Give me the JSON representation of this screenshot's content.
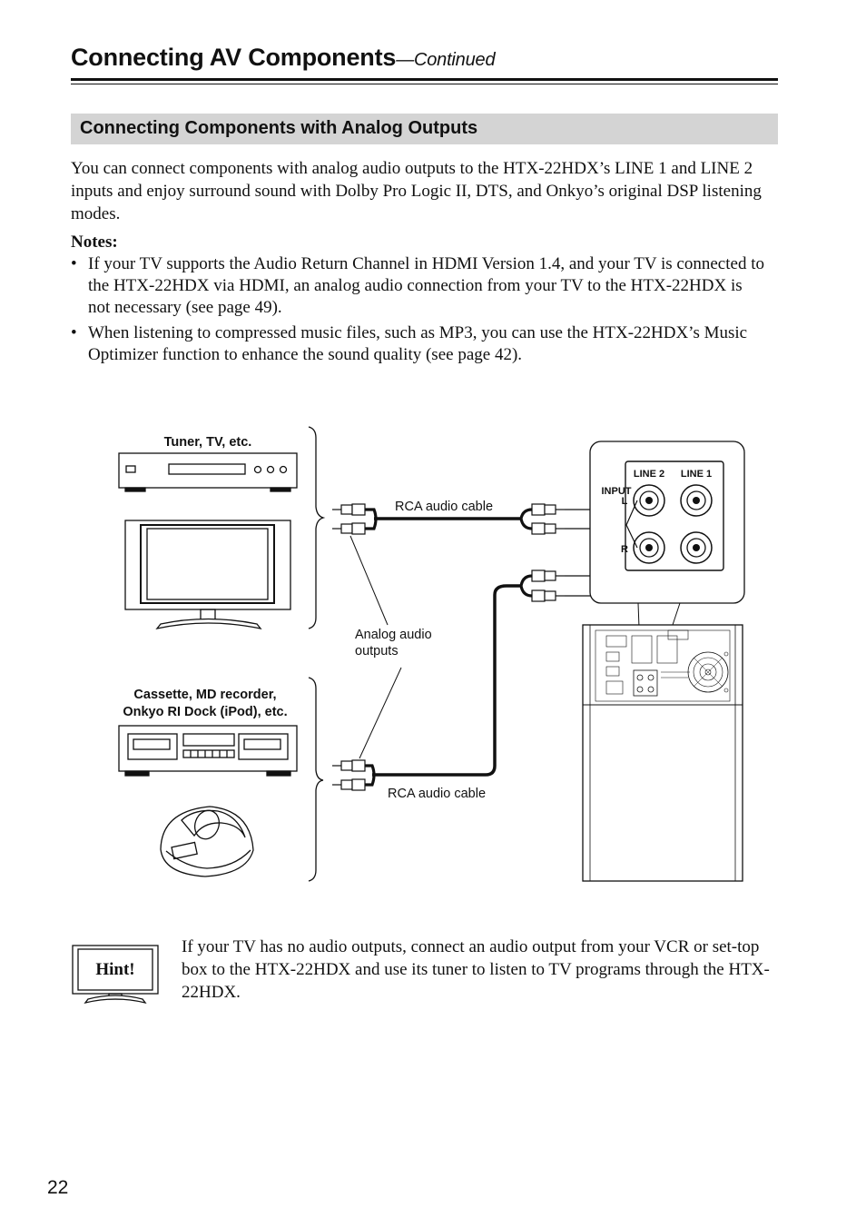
{
  "header": {
    "title": "Connecting AV Components",
    "title_suffix": "—Continued"
  },
  "section": {
    "heading": "Connecting Components with Analog Outputs",
    "intro": "You can connect components with analog audio outputs to the HTX-22HDX’s LINE 1 and LINE 2 inputs and enjoy surround sound with Dolby Pro Logic II, DTS, and Onkyo’s original DSP listening modes.",
    "notes_label": "Notes:",
    "notes": [
      "If your TV supports the Audio Return Channel in HDMI Version 1.4, and your TV is connected to the HTX-22HDX via HDMI, an analog audio connection from your TV to the HTX-22HDX is not necessary (see page 49).",
      "When listening to compressed music files, such as MP3, you can use the HTX-22HDX’s Music Optimizer function to enhance the sound quality (see page 42)."
    ]
  },
  "diagram": {
    "group1_label": "Tuner, TV, etc.",
    "group2_label_line1": "Cassette, MD recorder,",
    "group2_label_line2": "Onkyo RI Dock (iPod), etc.",
    "cable_label_top": "RCA audio cable",
    "cable_label_bottom": "RCA audio cable",
    "analog_label_line1": "Analog audio",
    "analog_label_line2": "outputs",
    "panel_line2": "LINE 2",
    "panel_line1": "LINE 1",
    "panel_input": "INPUT",
    "panel_l": "L",
    "panel_r": "R"
  },
  "hint": {
    "badge": "Hint!",
    "text": "If your TV has no audio outputs, connect an audio output from your VCR or set-top box to the HTX-22HDX and use its tuner to listen to TV programs through the HTX-22HDX."
  },
  "page_number": "22"
}
